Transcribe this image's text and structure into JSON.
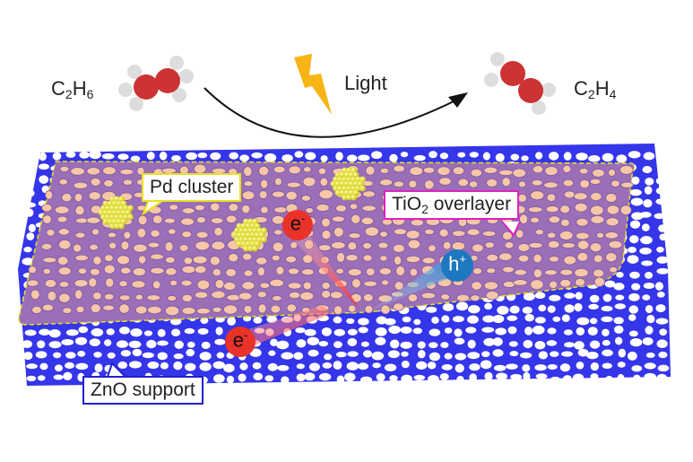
{
  "reaction": {
    "reactant": {
      "base": "C",
      "sub1": "2",
      "mid": "H",
      "sub2": "6"
    },
    "product": {
      "base": "C",
      "sub1": "2",
      "mid": "H",
      "sub2": "4"
    },
    "light_label": "Light"
  },
  "labels": {
    "pd_cluster": "Pd cluster",
    "tio2": {
      "base": "TiO",
      "sub": "2",
      "rest": " overlayer"
    },
    "zno": "ZnO support"
  },
  "charges": {
    "electron_base": "e",
    "electron_sup": "-",
    "hole_base": "h",
    "hole_sup": "+"
  },
  "colors": {
    "zno_network": "#3333ee",
    "tio2_sheet": "#9a6fb8",
    "pores": "#f6c6a8",
    "pd": "#f5ec10",
    "electron": "#e8322a",
    "hole": "#1d78c0",
    "carbon": "#cc3333",
    "hydrogen": "#d8d8d8",
    "light": "#f7b515"
  }
}
